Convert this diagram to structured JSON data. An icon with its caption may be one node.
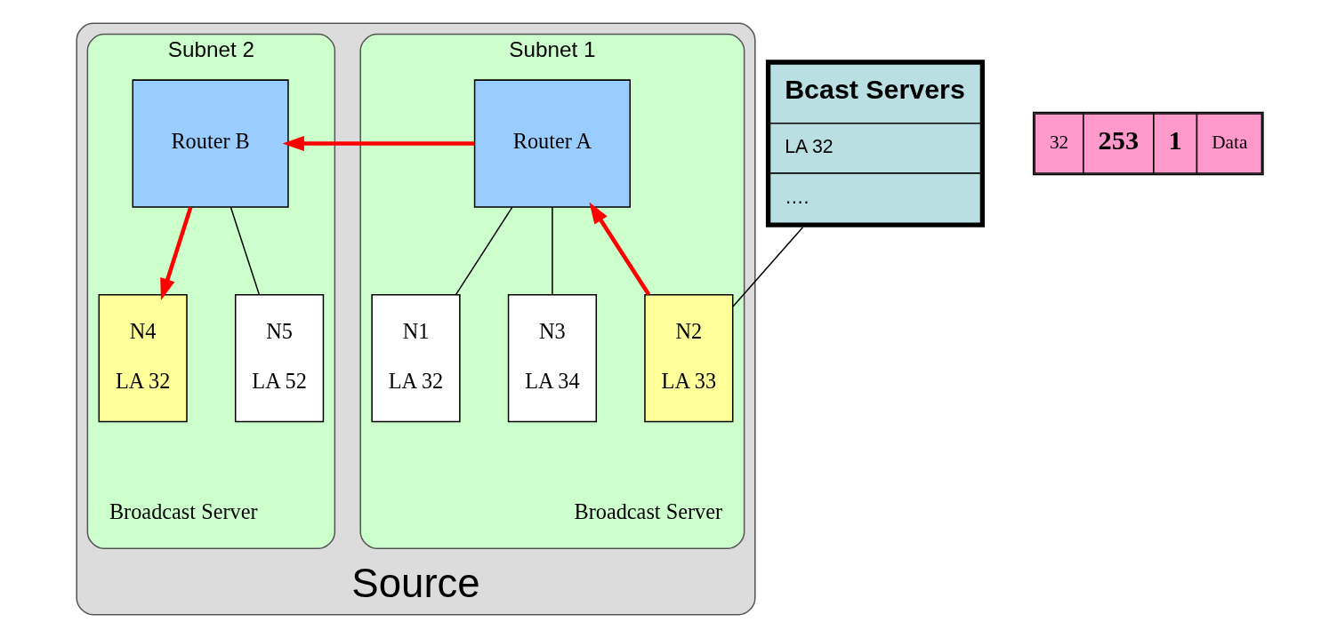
{
  "diagram": {
    "nodes": [
      {
        "text": [
          "Source"
        ]
      },
      {
        "text": [
          "Subnet 1"
        ],
        "in": 0
      },
      {
        "text": [
          "Router A"
        ],
        "in": 1
      },
      {
        "text": [
          "N1",
          "LA 32"
        ],
        "in": 1
      },
      {
        "text": [
          "N2",
          "LA 33"
        ],
        "beside": [
          "Broadcast Server"
        ],
        "in": 1
      },
      {
        "text": [
          "N3",
          "LA 34"
        ],
        "in": 1
      },
      {
        "text": [
          "Subnet 2"
        ],
        "in": 0
      },
      {
        "text": [
          "Router B"
        ],
        "in": 6
      },
      {
        "text": [
          "N4",
          "LA 32"
        ],
        "beside": [
          "Broadcast Server"
        ],
        "in": 6
      },
      {
        "text": [
          "N5",
          "LA 52"
        ],
        "in": 6
      },
      {
        "text": [
          "32",
          "253",
          "1",
          "Data"
        ]
      },
      {
        "text": [
          "Bcast Servers",
          "LA 32",
          "…."
        ]
      }
    ],
    "edges": [
      {
        "from": 2,
        "to": 3,
        "arrow": "none"
      },
      {
        "from": 4,
        "to": 2,
        "arrow": "to",
        "style": "thick",
        "color": "#ff0000"
      },
      {
        "from": 2,
        "to": 5,
        "arrow": "none"
      },
      {
        "from": 2,
        "to": 7,
        "arrow": "to",
        "style": "thick",
        "color": "#ff0000"
      },
      {
        "from": 7,
        "to": 8,
        "arrow": "to",
        "style": "thick",
        "color": "#ff0000"
      },
      {
        "from": 7,
        "to": 9,
        "arrow": "none"
      },
      {
        "from": 4,
        "to": 11,
        "arrow": "none"
      }
    ]
  }
}
